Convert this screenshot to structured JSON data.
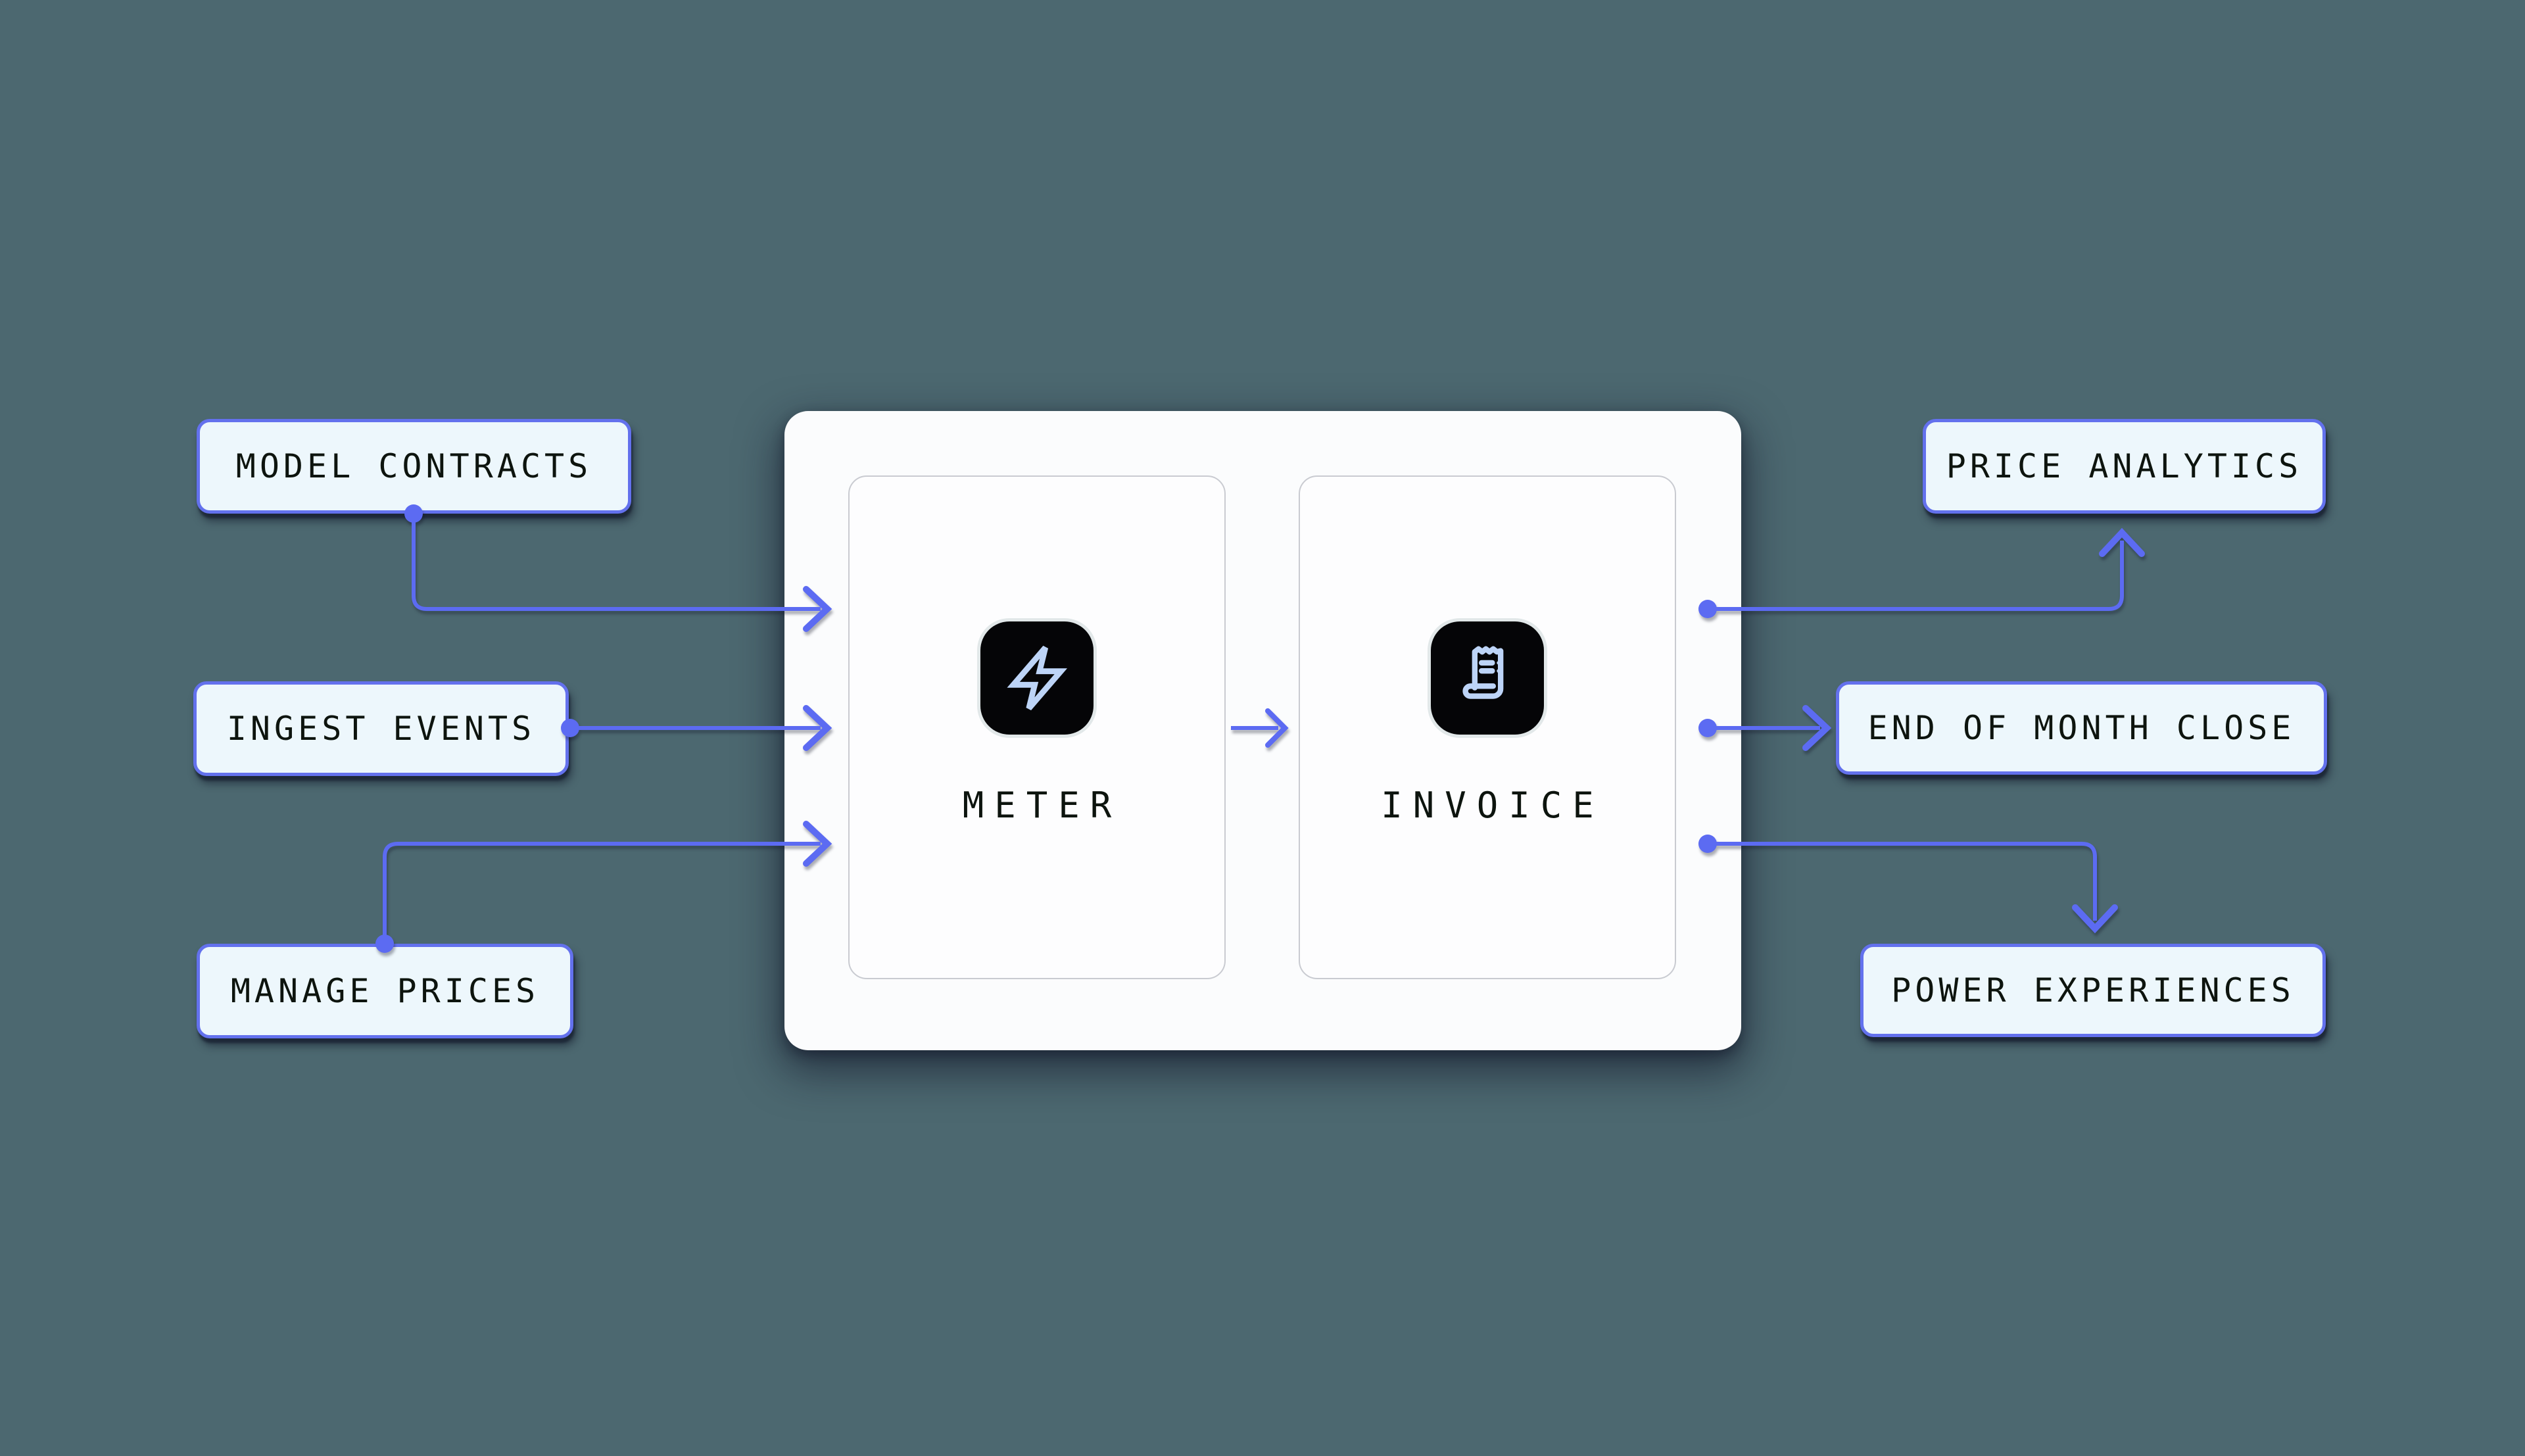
{
  "diagram": {
    "title_implicit": "billing pipeline diagram",
    "left_nodes": [
      {
        "label": "MODEL CONTRACTS"
      },
      {
        "label": "INGEST EVENTS"
      },
      {
        "label": "MANAGE PRICES"
      }
    ],
    "core": {
      "nodes": [
        {
          "label": "METER",
          "icon": "lightning-bolt-icon"
        },
        {
          "label": "INVOICE",
          "icon": "receipt-icon"
        }
      ]
    },
    "right_nodes": [
      {
        "label": "PRICE ANALYTICS"
      },
      {
        "label": "END OF MONTH CLOSE"
      },
      {
        "label": "POWER EXPERIENCES"
      }
    ],
    "connections": [
      {
        "from": "MODEL CONTRACTS",
        "to": "METER"
      },
      {
        "from": "INGEST EVENTS",
        "to": "METER"
      },
      {
        "from": "MANAGE PRICES",
        "to": "METER"
      },
      {
        "from": "METER",
        "to": "INVOICE"
      },
      {
        "from": "INVOICE",
        "to": "PRICE ANALYTICS"
      },
      {
        "from": "INVOICE",
        "to": "END OF MONTH CLOSE"
      },
      {
        "from": "INVOICE",
        "to": "POWER EXPERIENCES"
      }
    ],
    "colors": {
      "background": "#4c6870",
      "connector": "#5c6bf2",
      "node_border": "#6371ed",
      "node_fill": "#edf7fc",
      "card_fill": "#fbfcfd",
      "icon_background": "#050507",
      "icon_stroke": "#bdd4f7",
      "label_text": "#0d140e"
    }
  }
}
